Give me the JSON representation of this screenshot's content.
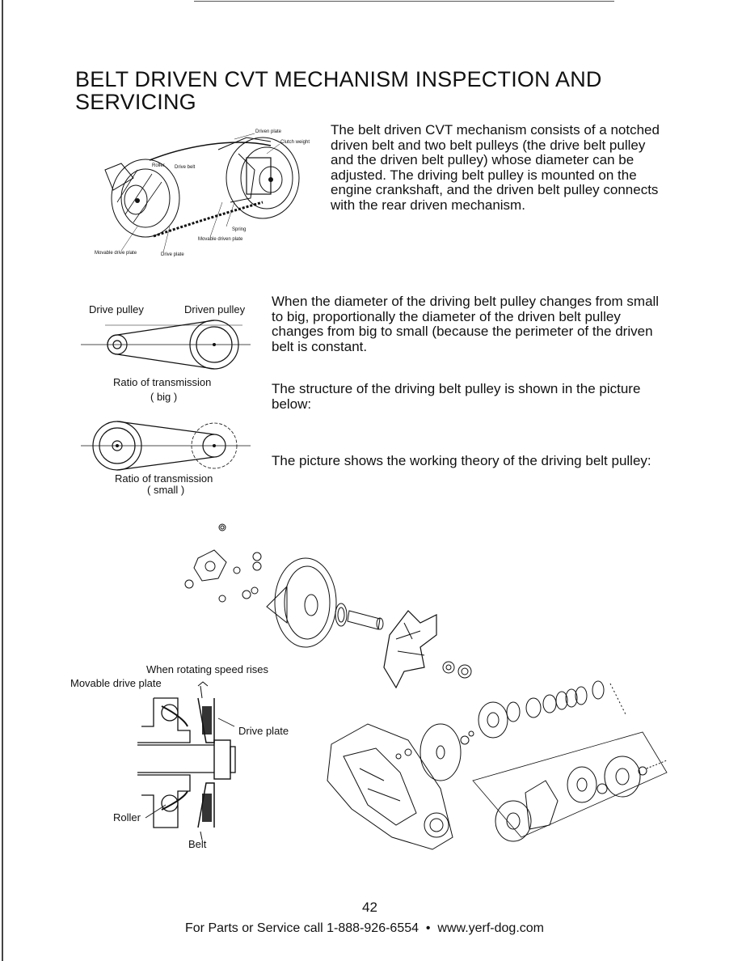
{
  "title": "BELT DRIVEN CVT MECHANISM INSPECTION AND SERVICING",
  "intro": "The belt driven CVT mechanism consists of a notched driven belt and two belt pulleys (the drive belt pulley and the driven belt pulley) whose diameter can be adjusted. The driving belt pulley is mounted on the engine crankshaft, and the driven belt pulley connects with the rear driven mechanism.",
  "fig1_labels": {
    "driven_plate": "Driven plate",
    "clutch_weight": "Clutch weight",
    "roller": "Roller",
    "drive_belt": "Drive belt",
    "spring": "Spring",
    "movable_driven_plate": "Movable driven plate",
    "movable_drive_plate": "Movable drive plate",
    "drive_plate": "Drive plate"
  },
  "ratio_fig": {
    "drive_pulley": "Drive pulley",
    "driven_pulley": "Driven pulley",
    "ratio_big_line1": "Ratio of transmission",
    "ratio_big_line2": "( big )",
    "ratio_small_line1": "Ratio of transmission",
    "ratio_small_line2": "( small )"
  },
  "para_diameter": "When the diameter of the driving belt pulley changes from small to big, proportionally the diameter of the driven belt pulley changes from big to small (because the perimeter of the driven belt is constant.",
  "para_structure": "The structure of the driving belt pulley is shown in the picture below:",
  "para_theory": "The picture shows the working theory of the driving belt pulley:",
  "theory_fig": {
    "rotating": "When rotating speed rises",
    "movable_drive_plate": "Movable drive plate",
    "drive_plate": "Drive plate",
    "roller": "Roller",
    "belt": "Belt"
  },
  "page_number": "42",
  "footer": "For Parts or Service call 1-888-926-6554  •  www.yerf-dog.com"
}
